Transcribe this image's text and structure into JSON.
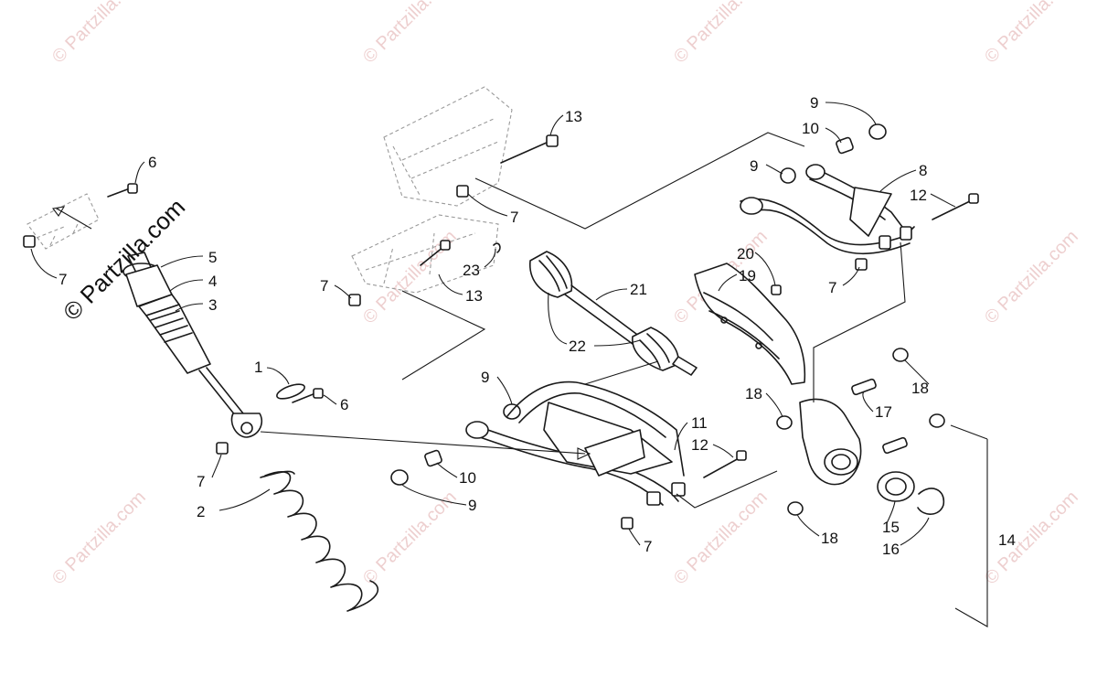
{
  "watermark": {
    "main": "© Partzilla.com",
    "repeat": "© Partzilla.com",
    "color": "#e0a8a8"
  },
  "callouts": {
    "c1": "1",
    "c2": "2",
    "c3": "3",
    "c4": "4",
    "c5": "5",
    "c6a": "6",
    "c6b": "6",
    "c7a": "7",
    "c7b": "7",
    "c7c": "7",
    "c7d": "7",
    "c7e": "7",
    "c7f": "7",
    "c8": "8",
    "c9a": "9",
    "c9b": "9",
    "c9c": "9",
    "c9d": "9",
    "c10a": "10",
    "c10b": "10",
    "c11": "11",
    "c12a": "12",
    "c12b": "12",
    "c13a": "13",
    "c13b": "13",
    "c14": "14",
    "c15": "15",
    "c16": "16",
    "c17": "17",
    "c18a": "18",
    "c18b": "18",
    "c18c": "18",
    "c19": "19",
    "c20": "20",
    "c21": "21",
    "c22": "22",
    "c23": "23"
  },
  "parts": {
    "shock_absorber": "shock-absorber",
    "coil_spring": "coil-spring",
    "upper_a_arm": "upper-a-arm",
    "lower_a_arm": "lower-a-arm",
    "drive_axle": "drive-axle",
    "spindle_knuckle": "spindle-knuckle",
    "heat_shield": "heat-shield",
    "frame": "frame-section"
  }
}
